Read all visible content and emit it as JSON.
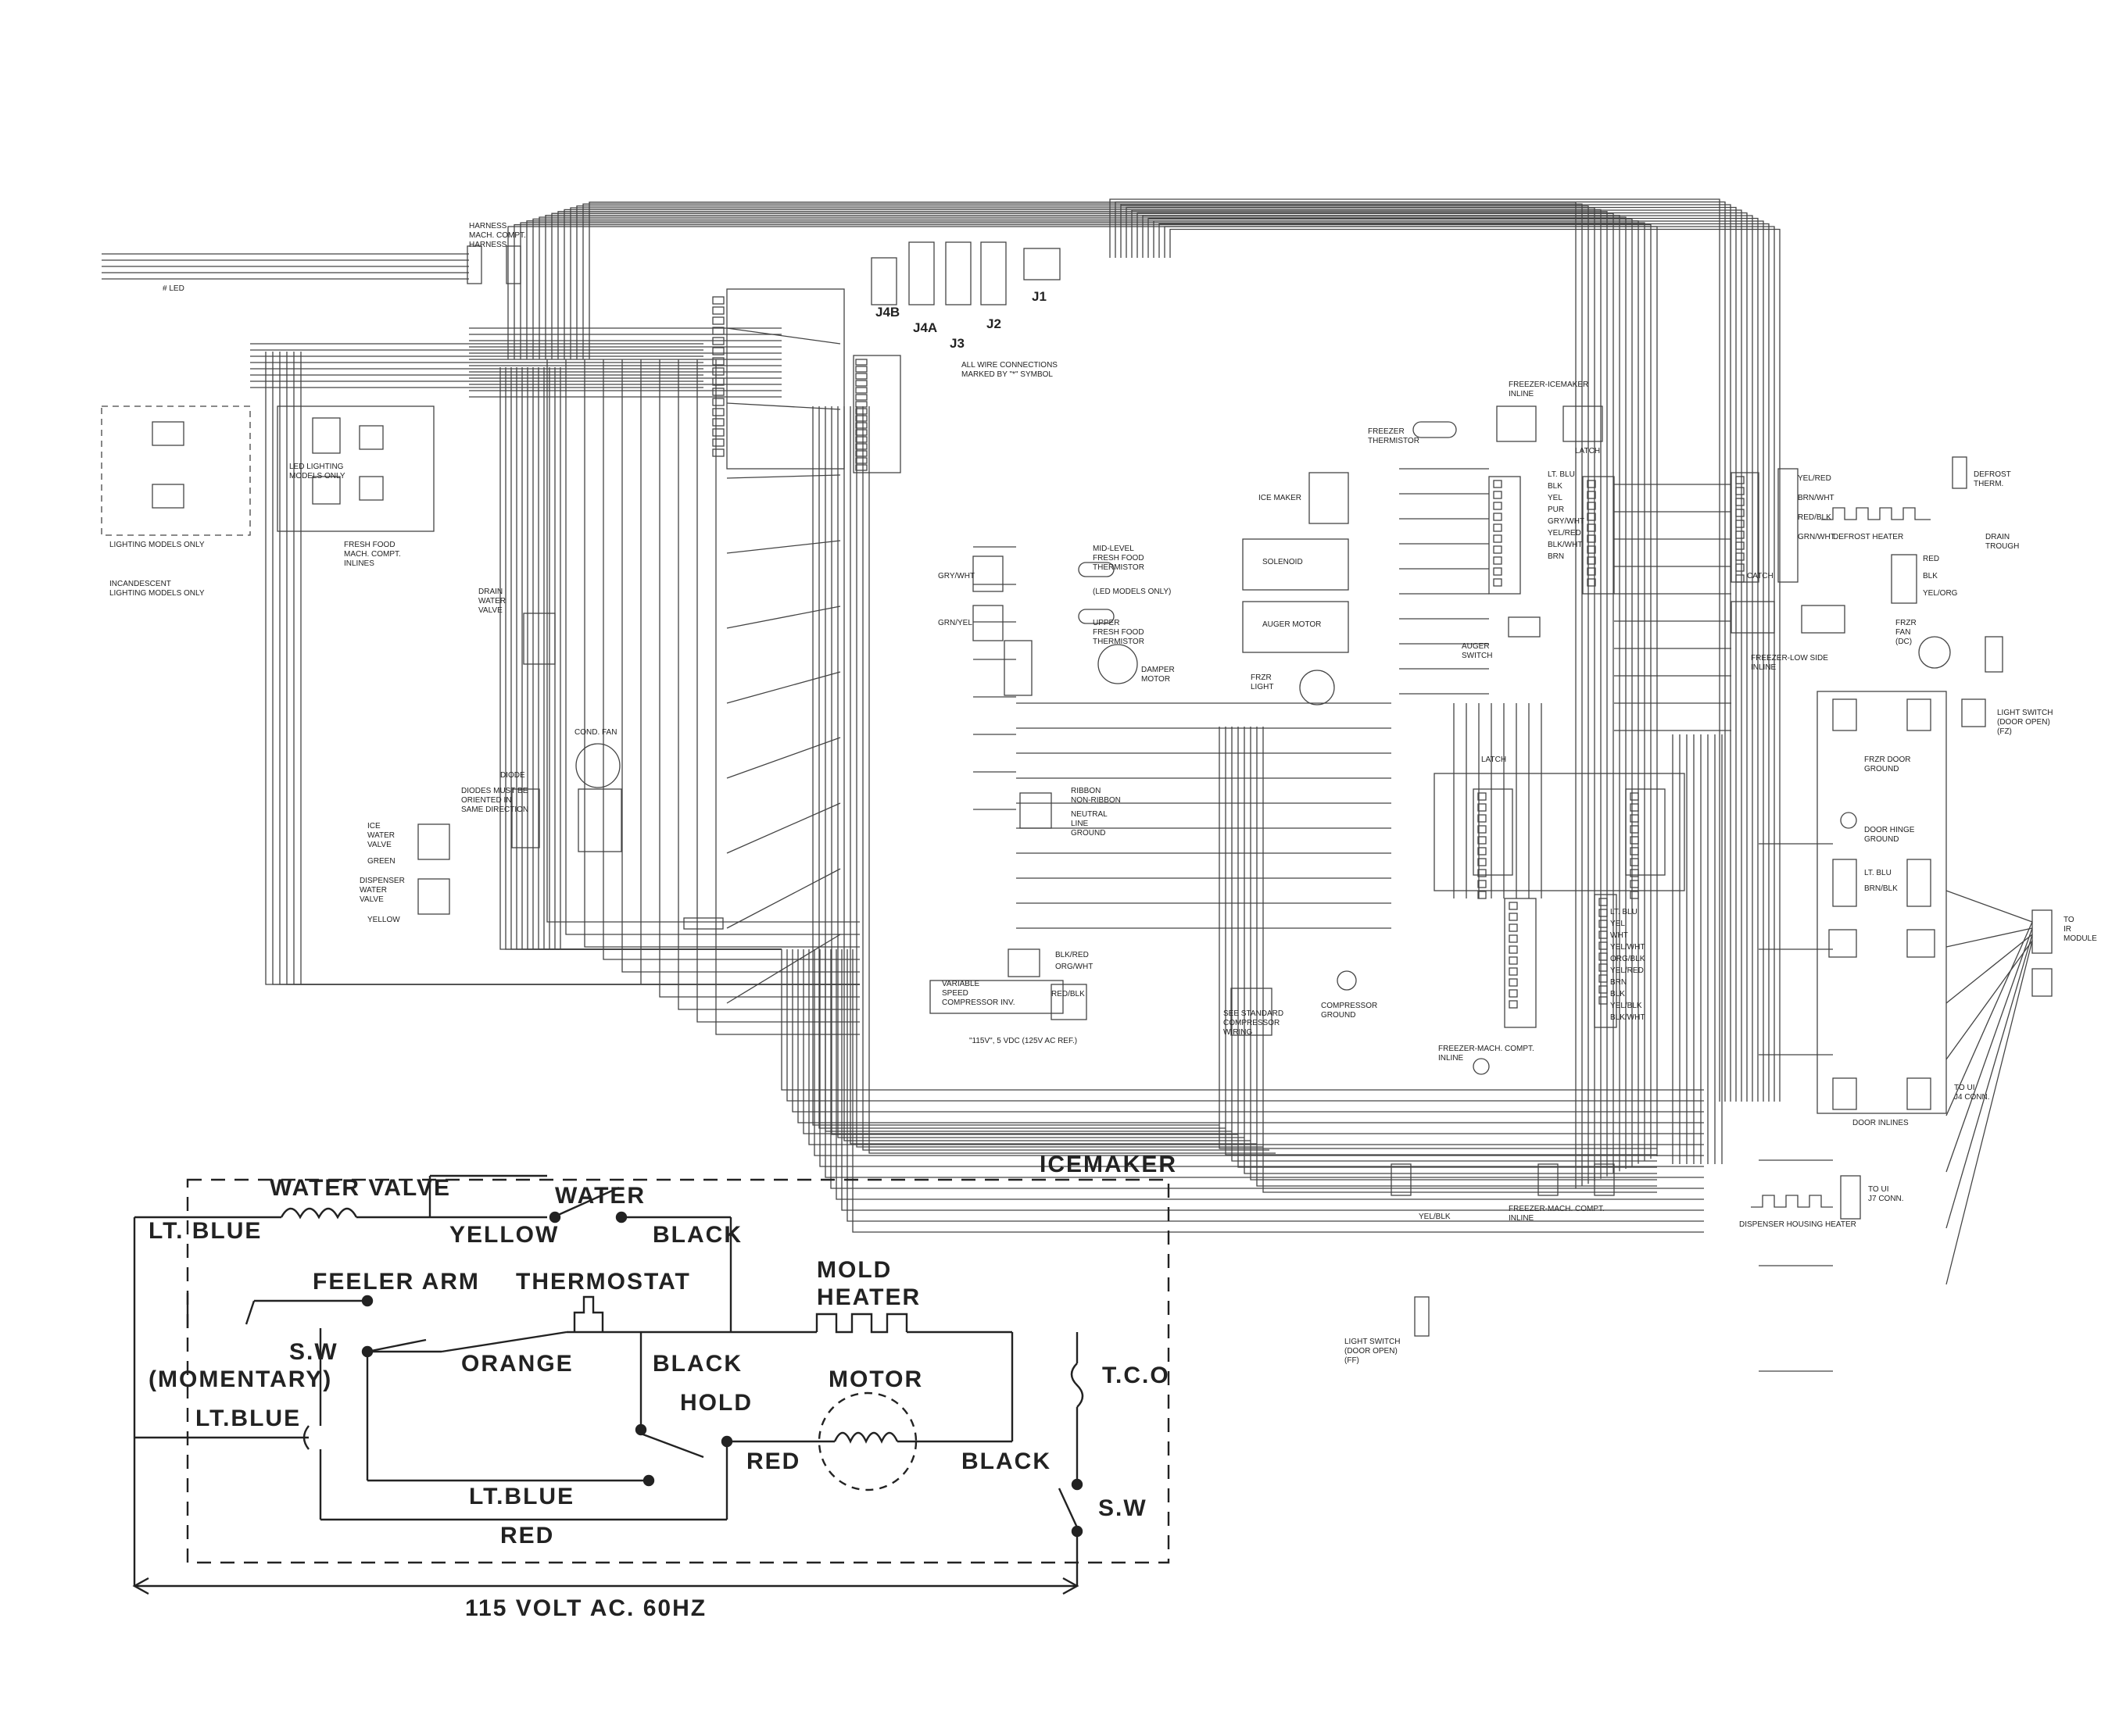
{
  "icemaker": {
    "title": "ICEMAKER",
    "water_valve": "WATER VALVE",
    "yellow": "YELLOW",
    "lt_blue_top": "LT. BLUE",
    "water": "WATER",
    "thermostat": "THERMOSTAT",
    "black_top": "BLACK",
    "feeler_arm": "FEELER ARM",
    "mold": "MOLD",
    "heater": "HEATER",
    "orange": "ORANGE",
    "black_mid": "BLACK",
    "sw_left_1": "S.W",
    "sw_left_2": "(MOMENTARY)",
    "motor": "MOTOR",
    "hold": "HOLD",
    "red_mid": "RED",
    "black_right": "BLACK",
    "tco": "T.C.O",
    "lt_blue_left": "LT.BLUE",
    "lt_blue_center": "LT.BLUE",
    "red_bottom": "RED",
    "sw_right": "S.W",
    "supply": "115 VOLT AC. 60HZ"
  },
  "labels": {
    "j1": "J1",
    "j2": "J2",
    "j3": "J3",
    "j4a": "J4A",
    "j4b": "J4B",
    "harness_1": "HARNESS",
    "harness_2": "MACH. COMPT.",
    "harness_3": "HARNESS",
    "led_conn": "# LED",
    "all_wire": "ALL WIRE CONNECTIONS",
    "marked": "MARKED BY \"*\" SYMBOL",
    "lighting_models": "LIGHTING MODELS ONLY",
    "incandescent_1": "INCANDESCENT",
    "incandescent_2": "LIGHTING MODELS ONLY",
    "led_lighting_1": "LED LIGHTING",
    "led_lighting_2": "MODELS ONLY",
    "fresh_food_1": "FRESH FOOD",
    "fresh_food_2": "MACH. COMPT.",
    "fresh_food_3": "INLINES",
    "mid_level_1": "MID-LEVEL",
    "mid_level_2": "FRESH FOOD",
    "mid_level_3": "THERMISTOR",
    "mid_level_4": "(LED MODELS ONLY)",
    "upper_1": "UPPER",
    "upper_2": "FRESH FOOD",
    "upper_3": "THERMISTOR",
    "damper_1": "DAMPER",
    "damper_2": "MOTOR",
    "drain_1": "DRAIN",
    "drain_2": "WATER",
    "drain_3": "VALVE",
    "cond_fan": "COND. FAN",
    "diode_1": "DIODES MUST BE",
    "diode_2": "ORIENTED IN",
    "diode_3": "SAME DIRECTION",
    "diode_4": "DIODE",
    "ice_water_1": "ICE",
    "ice_water_2": "WATER",
    "ice_water_3": "VALVE",
    "green": "GREEN",
    "disp_1": "DISPENSER",
    "disp_2": "WATER",
    "disp_3": "VALVE",
    "yellow_w": "YELLOW",
    "ribbon_1": "RIBBON",
    "ribbon_2": "NON-RIBBON",
    "ribbon_3": "NEUTRAL",
    "ribbon_4": "LINE",
    "ribbon_5": "GROUND",
    "vs_1": "VARIABLE",
    "vs_2": "SPEED",
    "vs_3": "COMPRESSOR INV.",
    "comp_1": "SEE STANDARD",
    "comp_2": "COMPRESSOR",
    "comp_3": "WIRING",
    "comp_4": "COMPRESSOR",
    "comp_5": "GROUND",
    "ac_ref": "\"115V\", 5 VDC (125V AC REF.)",
    "fz_ice_1": "FREEZER-ICEMAKER",
    "fz_ice_2": "INLINE",
    "latch": "LATCH",
    "fz_therm_1": "FREEZER",
    "fz_therm_2": "THERMISTOR",
    "ice_maker": "ICE MAKER",
    "solenoid": "SOLENOID",
    "auger_motor": "AUGER MOTOR",
    "auger_sw_1": "AUGER",
    "auger_sw_2": "SWITCH",
    "frzr_light_1": "FRZR",
    "frzr_light_2": "LIGHT",
    "defrost_therm_1": "DEFROST",
    "defrost_therm_2": "THERM.",
    "defrost_heater": "DEFROST HEATER",
    "drain_trough_1": "DRAIN",
    "drain_trough_2": "TROUGH",
    "frzr_fan_1": "FRZR",
    "frzr_fan_2": "FAN",
    "frzr_fan_3": "(DC)",
    "fz_low_1": "FREEZER-LOW SIDE",
    "fz_low_2": "INLINE",
    "light_switch_1": "LIGHT SWITCH",
    "light_switch_2": "(DOOR OPEN)",
    "light_switch_3": "(FZ)",
    "frzr_door_1": "FRZR DOOR",
    "frzr_door_2": "GROUND",
    "door_hinge_1": "DOOR HINGE",
    "door_hinge_2": "GROUND",
    "lt_blu_d": "LT. BLU",
    "brn_blk": "BRN/BLK",
    "to_ir_1": "TO",
    "to_ir_2": "IR",
    "to_ir_3": "MODULE",
    "to_ui_1": "TO UI",
    "to_ui_2": "J4 CONN.",
    "door_inlines": "DOOR INLINES",
    "fz_mach_1": "FREEZER-MACH. COMPT.",
    "fz_mach_2": "INLINE",
    "fz_mach_3": "FREEZER-MACH. COMPT.",
    "fz_mach_4": "INLINE",
    "disp_heater_1": "DISPENSER HOUSING HEATER",
    "disp_heater_2": "TO UI",
    "disp_heater_3": "J7 CONN.",
    "light_sw_b_1": "LIGHT SWITCH",
    "light_sw_b_2": "(DOOR OPEN)",
    "light_sw_b_3": "(FF)",
    "yel_blk": "YEL/BLK",
    "catch": "CATCH",
    "w_lt_blu": "LT. BLU",
    "w_blk": "BLK",
    "w_yel": "YEL",
    "w_pur": "PUR",
    "w_grywht": "GRY/WHT",
    "w_yelred": "YEL/RED",
    "w_blkwht": "BLK/WHT",
    "w_brn": "BRN",
    "w_wht": "WHT",
    "w_red": "RED",
    "w_orgwht": "ORG/WHT",
    "w_grnyel": "GRN/YEL",
    "w_redblk": "RED/BLK",
    "w_yelblk": "YEL/BLK",
    "w_grywhtp": "GRY/WHT",
    "w_yelorg": "YEL/ORG",
    "w_brnwht": "BRN/WHT",
    "w_grnwht": "GRN/WHT",
    "w_yelwht": "YEL/WHT",
    "w_blkred": "BLK/RED",
    "w_orgblk": "ORG/BLK"
  }
}
